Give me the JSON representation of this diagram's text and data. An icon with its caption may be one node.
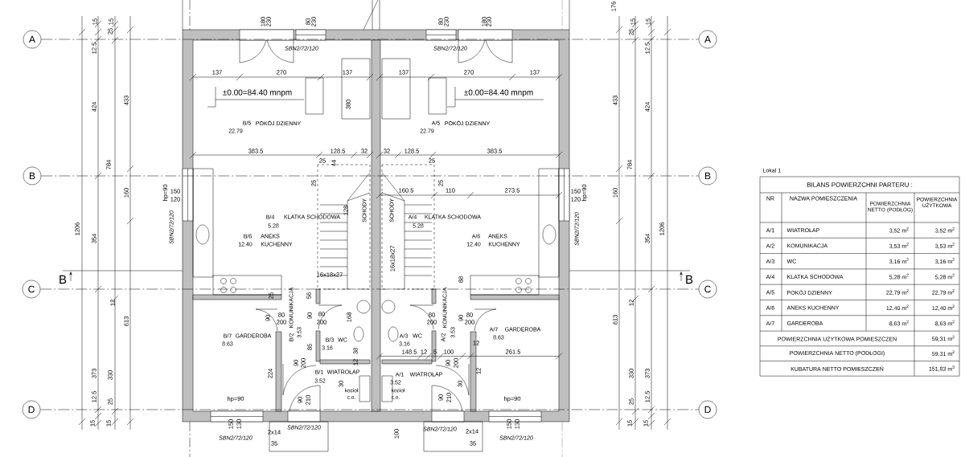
{
  "diagram": {
    "nodes": [
      {
        "text": [
          "A"
        ]
      },
      {
        "text": [
          "A"
        ]
      },
      {
        "text": [
          "B"
        ]
      },
      {
        "text": [
          "B"
        ]
      },
      {
        "text": [
          "C"
        ]
      },
      {
        "text": [
          "C"
        ]
      },
      {
        "text": [
          "D"
        ]
      },
      {
        "text": [
          "D"
        ]
      }
    ],
    "edges": [
      {
        "from": 0,
        "to": 1,
        "arrow": "none",
        "style": "dashed"
      },
      {
        "from": 2,
        "to": 3,
        "arrow": "none",
        "style": "dashed"
      },
      {
        "from": 4,
        "to": 5,
        "arrow": "none",
        "style": "dashed"
      },
      {
        "from": 6,
        "to": 7,
        "arrow": "none",
        "style": "dashed"
      }
    ],
    "labels": [
      "176",
      "15",
      "12.5",
      "15",
      "25",
      "180",
      "230",
      "80",
      "230",
      "80",
      "230",
      "180",
      "230",
      "15",
      "25",
      "15",
      "12.5",
      "SBN2/72/120",
      "SBN2/72/120",
      "137",
      "270",
      "137",
      "137",
      "270",
      "137",
      "±0.00=84.40 mnpm",
      "±0.00=84.40 mnpm",
      "424",
      "433",
      "380",
      "433",
      "424",
      "B/5",
      "POKÓJ DZIENNY",
      "22.79",
      "A/5",
      "POKÓJ DZIENNY",
      "22.79",
      "383.5",
      "128.5",
      "32",
      "32",
      "128.5",
      "383.5",
      "25",
      "44",
      "25",
      "784",
      "25",
      "25",
      "784",
      "hp=90",
      "150",
      "120",
      "160.5",
      "110",
      "273.5",
      "150",
      "120",
      "hp=90",
      "160",
      "160",
      "SBN2/72/120",
      "128",
      "SCHODY",
      "SCHODY",
      "SBN2/72/120",
      "B/4",
      "KLATKA SCHODOWA",
      "5.28",
      "A/4",
      "KLATKA SCHODOWA",
      "5.28",
      "1206",
      "1206",
      "354",
      "354",
      "B/6",
      "ANEKS",
      "12.40",
      "KUCHENNY",
      "A/6",
      "ANEKS",
      "12.40",
      "KUCHENNY",
      "16x18x27",
      "16x18x27",
      "B",
      "B",
      "25",
      "56",
      "88",
      "12",
      "12",
      "90",
      "80",
      "200",
      "B/2",
      "KOMUNIKACJA",
      "3.53",
      "90",
      "80",
      "200",
      "168",
      "80",
      "200",
      "A/2",
      "KOMUNIKACJA",
      "3.53",
      "90",
      "80",
      "200",
      "613",
      "613",
      "B/7",
      "GARDEROBA",
      "8.63",
      "B/3",
      "WC",
      "3.16",
      "A/3",
      "WC",
      "3.16",
      "A/7",
      "GARDEROBA",
      "8.63",
      "12",
      "85",
      "38",
      "12",
      "148.5",
      "12",
      "5",
      "100",
      "261.5",
      "90",
      "200",
      "90",
      "200",
      "373",
      "330",
      "224",
      "B/1",
      "WIATROŁAP",
      "A/1",
      "WIATROŁAP",
      "12",
      "330",
      "373",
      "3.52",
      "30",
      "3.52",
      "30",
      "kocioł",
      "kocioł",
      "12.5",
      "25",
      "hp=90",
      "90",
      "210",
      "c.o.",
      "c.o.",
      "90",
      "210",
      "hp=90",
      "25",
      "12.5",
      "15",
      "15",
      "150",
      "130",
      "SBN2/72/120",
      "SBN2/72/120",
      "150",
      "130",
      "15",
      "15",
      "2x14",
      "100",
      "2x14",
      "SBN2/72/120",
      "SBN2/72/120",
      "35",
      "35",
      "Lokal 1",
      "BILANS POWIERZCHNI PARTERU :",
      "NR",
      "NAZWA POMIESZCZENIA",
      "POWIERZCHNIA NETTO (PODŁÓG)",
      "POWIERZCHNIA UŻYTKOWA",
      "A/1",
      "WIATROŁAP",
      "3,52 m$^{2}$",
      "3,52 m$^{2}$",
      "A/2",
      "KOMUNIKACJA",
      "3,53 m$^{2}$",
      "3,53 m$^{2}$",
      "A/3",
      "WC",
      "3,16 m$^{2}$",
      "3,16 m$^{2}$",
      "A/4",
      "KLATKA SCHODOWA",
      "5,28 m$^{2}$",
      "5,28 m$^{2}$",
      "A/5",
      "POKÓJ DZIENNY",
      "22,79 m$^{2}$",
      "22,79 m$^{2}$",
      "A/6",
      "ANEKS KUCHENNY",
      "12,40 m$^{2}$",
      "12,40 m$^{2}$",
      "A/7",
      "GARDEROBA",
      "8,63 m$^{2}$",
      "8,63 m$^{2}$",
      "POWIERZCHNIA UŻYTKOWA POMIESZCZEŃ",
      "59,31 m$^{2}$",
      "POWIERZCHNIA NETTO (PODŁOGI)",
      "59,31 m$^{2}$",
      "KUBATURA NETTO POMIESZCZEŃ",
      "151,83 m$^{3}$"
    ]
  }
}
